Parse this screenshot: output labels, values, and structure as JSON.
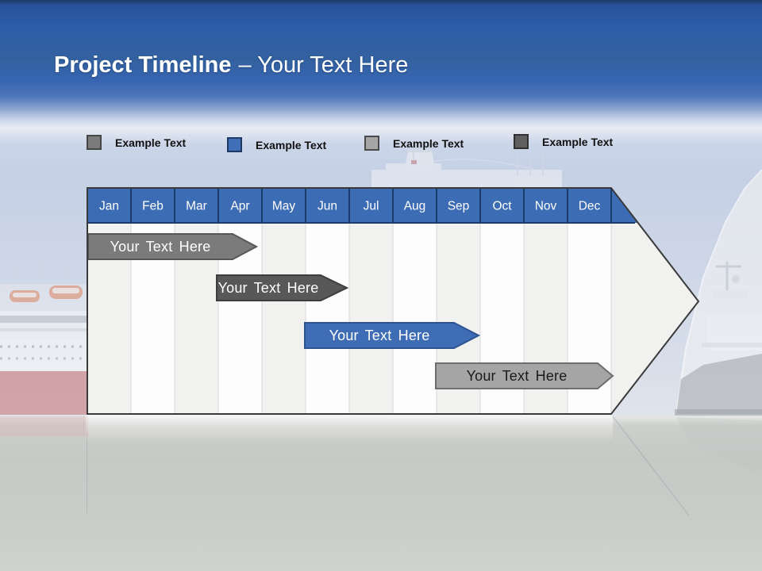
{
  "slide": {
    "title": {
      "bold": "Project Timeline",
      "regular": "– Your Text Here"
    }
  },
  "legend": {
    "items": [
      {
        "label": "Example Text",
        "color": "#7B7B7B",
        "border": "#464646"
      },
      {
        "label": "Example Text",
        "color": "#4170B8",
        "border": "#1F3864"
      },
      {
        "label": "Example Text",
        "color": "#A6A6A6",
        "border": "#4A4A4A"
      },
      {
        "label": "Example Text",
        "color": "#5F5F5F",
        "border": "#303030"
      }
    ]
  },
  "timeline": {
    "months": [
      "Jan",
      "Feb",
      "Mar",
      "Apr",
      "May",
      "Jun",
      "Jul",
      "Aug",
      "Sep",
      "Oct",
      "Nov",
      "Dec"
    ],
    "header_color": "#3C6CB4",
    "header_divider_color": "#1B3B68",
    "outline_color": "#3A3A3A",
    "bars": [
      {
        "label": "Your Text Here",
        "start": "Jan",
        "end": "Apr",
        "fill": "#7B7B7B",
        "stroke": "#575757",
        "text_color": "#FFFFFF"
      },
      {
        "label": "Your Text Here",
        "start": "Apr",
        "end": "Jun",
        "fill": "#585858",
        "stroke": "#3D3D3D",
        "text_color": "#FFFFFF"
      },
      {
        "label": "Your Text Here",
        "start": "Jun",
        "end": "Sep",
        "fill": "#3E6DB5",
        "stroke": "#2E5391",
        "text_color": "#FFFFFF"
      },
      {
        "label": "Your Text Here",
        "start": "Sep",
        "end": "Dec",
        "fill": "#A5A5A5",
        "stroke": "#6E6E6E",
        "text_color": "#1A1A1A"
      }
    ]
  }
}
